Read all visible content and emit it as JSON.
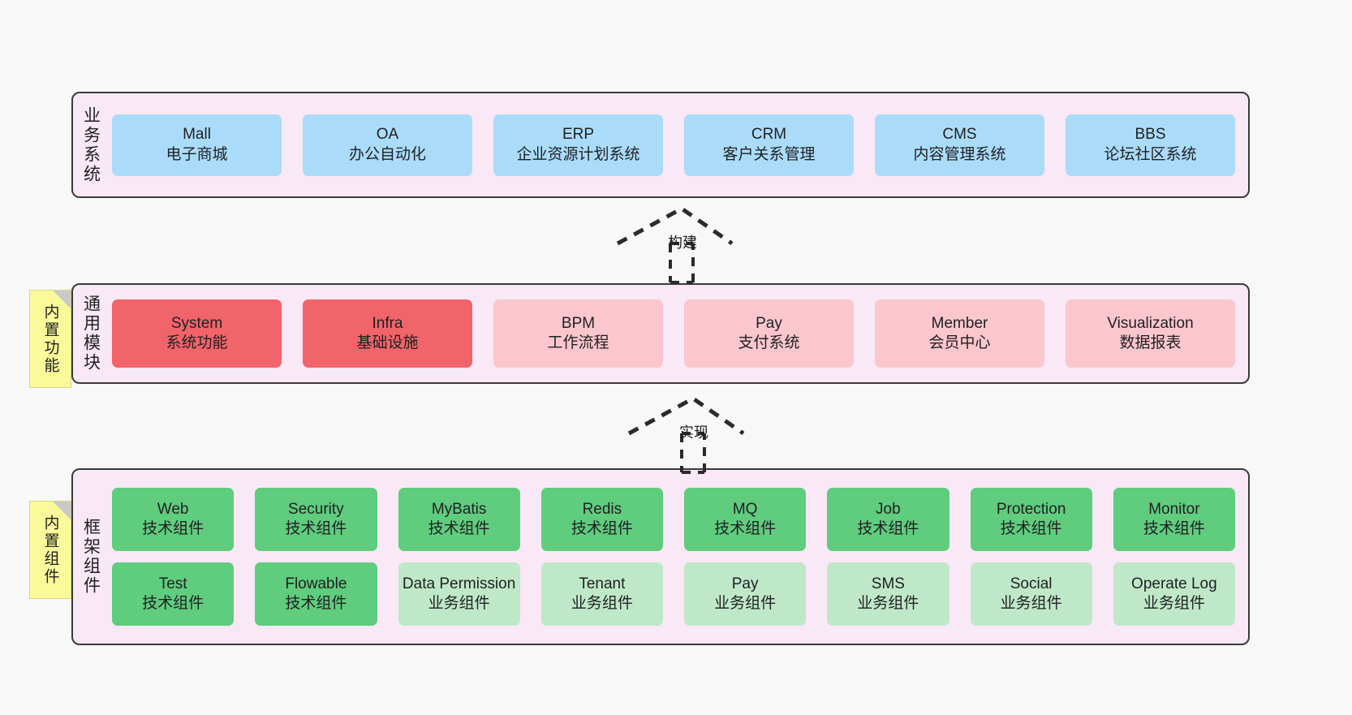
{
  "diagram": {
    "background": "#f8f8f8",
    "colors": {
      "layer_bg": "#f9e8f5",
      "layer_border": "#3a3a3a",
      "business_card": "#aadcfa",
      "module_core": "#f1646a",
      "module_opt": "#fbc6cd",
      "tech_component": "#5fcc7e",
      "biz_component": "#bfe8c8",
      "note_bg": "#fafa9a",
      "note_fold": "#c9c9c9"
    }
  },
  "layers": {
    "business": {
      "title": "业务系统",
      "cards": [
        {
          "name": "Mall",
          "desc": "电子商城"
        },
        {
          "name": "OA",
          "desc": "办公自动化"
        },
        {
          "name": "ERP",
          "desc": "企业资源计划系统"
        },
        {
          "name": "CRM",
          "desc": "客户关系管理"
        },
        {
          "name": "CMS",
          "desc": "内容管理系统"
        },
        {
          "name": "BBS",
          "desc": "论坛社区系统"
        }
      ]
    },
    "common": {
      "title": "通用模块",
      "note": "内置功能",
      "cards": [
        {
          "name": "System",
          "desc": "系统功能",
          "style": "core"
        },
        {
          "name": "Infra",
          "desc": "基础设施",
          "style": "core"
        },
        {
          "name": "BPM",
          "desc": "工作流程",
          "style": "opt"
        },
        {
          "name": "Pay",
          "desc": "支付系统",
          "style": "opt"
        },
        {
          "name": "Member",
          "desc": "会员中心",
          "style": "opt"
        },
        {
          "name": "Visualization",
          "desc": "数据报表",
          "style": "opt"
        }
      ]
    },
    "framework": {
      "title": "框架组件",
      "note": "内置组件",
      "row1": [
        {
          "name": "Web",
          "desc": "技术组件",
          "style": "tech"
        },
        {
          "name": "Security",
          "desc": "技术组件",
          "style": "tech"
        },
        {
          "name": "MyBatis",
          "desc": "技术组件",
          "style": "tech"
        },
        {
          "name": "Redis",
          "desc": "技术组件",
          "style": "tech"
        },
        {
          "name": "MQ",
          "desc": "技术组件",
          "style": "tech"
        },
        {
          "name": "Job",
          "desc": "技术组件",
          "style": "tech"
        },
        {
          "name": "Protection",
          "desc": "技术组件",
          "style": "tech"
        },
        {
          "name": "Monitor",
          "desc": "技术组件",
          "style": "tech"
        }
      ],
      "row2": [
        {
          "name": "Test",
          "desc": "技术组件",
          "style": "tech"
        },
        {
          "name": "Flowable",
          "desc": "技术组件",
          "style": "tech"
        },
        {
          "name": "Data Permission",
          "desc": "业务组件",
          "style": "biz"
        },
        {
          "name": "Tenant",
          "desc": "业务组件",
          "style": "biz"
        },
        {
          "name": "Pay",
          "desc": "业务组件",
          "style": "biz"
        },
        {
          "name": "SMS",
          "desc": "业务组件",
          "style": "biz"
        },
        {
          "name": "Social",
          "desc": "业务组件",
          "style": "biz"
        },
        {
          "name": "Operate Log",
          "desc": "业务组件",
          "style": "biz"
        }
      ]
    }
  },
  "connectors": [
    {
      "label": "构建",
      "from": "common",
      "to": "business"
    },
    {
      "label": "实现",
      "from": "framework",
      "to": "common"
    }
  ]
}
